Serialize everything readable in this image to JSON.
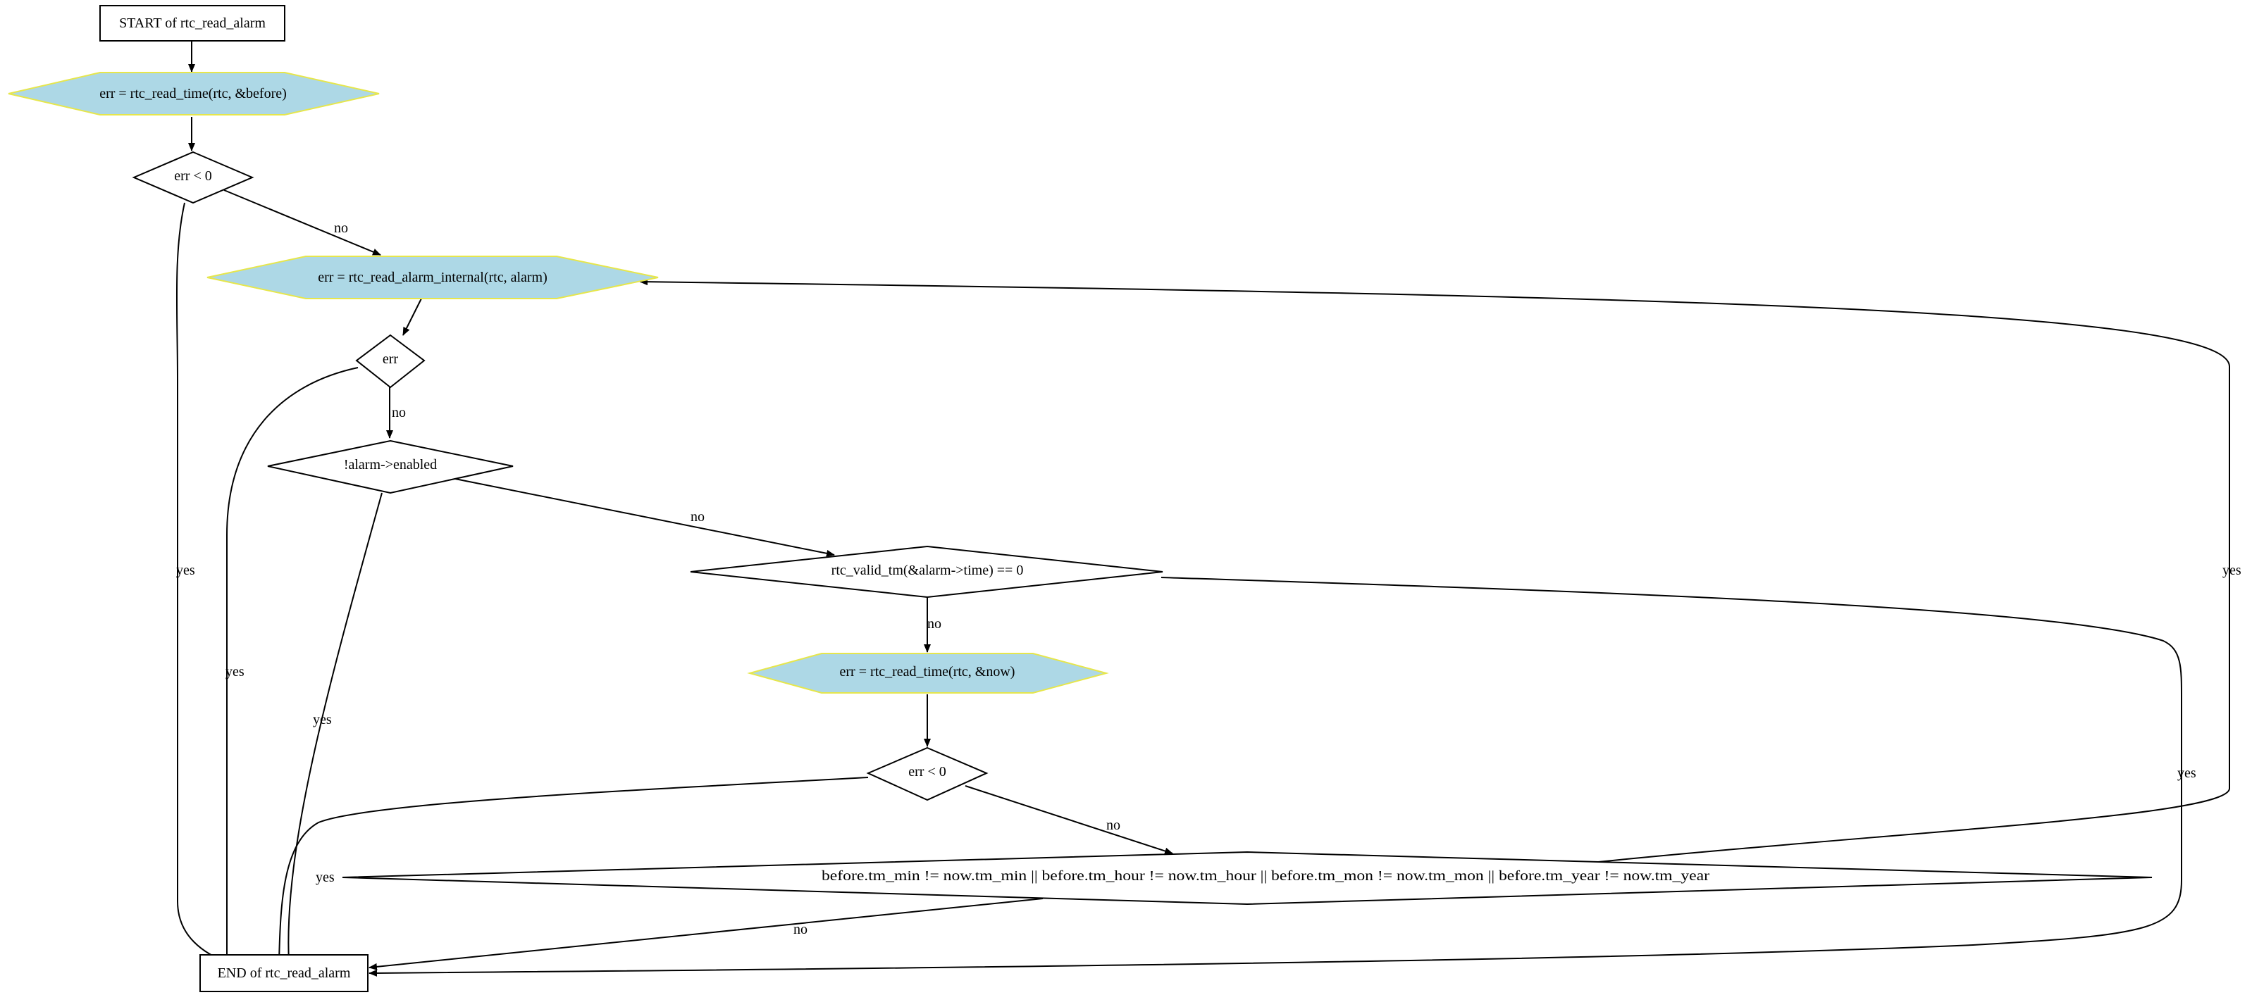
{
  "colors": {
    "process_fill": "#add8e6",
    "process_stroke": "#e6e64c",
    "line": "#000000",
    "background": "#ffffff"
  },
  "nodes": {
    "start": "START of rtc_read_alarm",
    "read_time_before": "err = rtc_read_time(rtc, &before)",
    "err_lt_0_first": "err < 0",
    "read_alarm_internal": "err = rtc_read_alarm_internal(rtc, alarm)",
    "err_check": "err",
    "alarm_enabled": "!alarm->enabled",
    "valid_tm": "rtc_valid_tm(&alarm->time) == 0",
    "read_time_now": "err = rtc_read_time(rtc, &now)",
    "err_lt_0_second": "err < 0",
    "time_compare": "before.tm_min != now.tm_min || before.tm_hour != now.tm_hour || before.tm_mon != now.tm_mon || before.tm_year != now.tm_year",
    "end": "END of rtc_read_alarm"
  },
  "edge_labels": {
    "err1_no": "no",
    "err1_yes": "yes",
    "err_no": "no",
    "err_yes": "yes",
    "enabled_no": "no",
    "enabled_yes": "yes",
    "valid_no": "no",
    "valid_yes": "yes",
    "err2_no": "no",
    "err2_yes": "yes",
    "compare_yes_loop": "yes",
    "compare_yes_left": "yes",
    "compare_no": "no"
  }
}
